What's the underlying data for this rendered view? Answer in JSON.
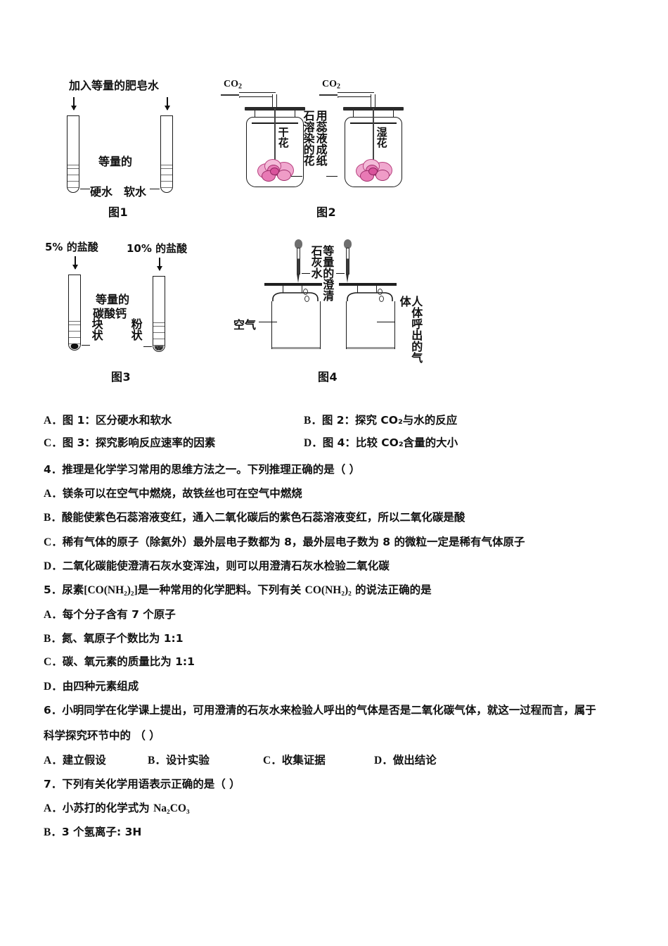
{
  "figures": {
    "fig1": {
      "caption": "图1",
      "top_label": "加入等量的肥皂水",
      "mid_label": "等量的",
      "left_label": "硬水",
      "right_label": "软水"
    },
    "fig2": {
      "caption": "图2",
      "gas_label": "CO2",
      "left_flower": "干花",
      "right_flower": "湿花",
      "note_col_a": "用蕊液成纸",
      "note_col_b": "石溶染的花",
      "note_full": "用石蕊溶液染成的纸花"
    },
    "fig3": {
      "caption": "图3",
      "left_acid": "5% 的盐酸",
      "right_acid": "10% 的盐酸",
      "mid_label_1": "等量的",
      "mid_label_2": "碳酸钙",
      "left_form": "块状",
      "right_form": "粉状"
    },
    "fig4": {
      "caption": "图4",
      "dropper_note": "等量的澄清石灰水",
      "left_label": "空气",
      "right_label": "人体呼出的气体"
    }
  },
  "q3_options": [
    {
      "key": "A．",
      "text": "图 1：区分硬水和软水"
    },
    {
      "key": "B．",
      "text": "图 2：探究 CO₂与水的反应"
    },
    {
      "key": "C．",
      "text": "图 3：探究影响反应速率的因素"
    },
    {
      "key": "D．",
      "text": "图 4：比较 CO₂含量的大小"
    }
  ],
  "q4": {
    "stem": "4．推理是化学学习常用的思维方法之一。下列推理正确的是（  ）",
    "options": [
      {
        "key": "A．",
        "text": "镁条可以在空气中燃烧，故铁丝也可在空气中燃烧"
      },
      {
        "key": "B．",
        "text": "酸能使紫色石蕊溶液变红，通入二氧化碳后的紫色石蕊溶液变红，所以二氧化碳是酸"
      },
      {
        "key": "C．",
        "text": "稀有气体的原子（除氦外）最外层电子数都为 8，最外层电子数为 8 的微粒一定是稀有气体原子"
      },
      {
        "key": "D．",
        "text": "二氧化碳能使澄清石灰水变浑浊，则可以用澄清石灰水检验二氧化碳"
      }
    ]
  },
  "q5": {
    "stem_pre": "5．尿素",
    "stem_formula": "[CO(NH₂)₂]",
    "stem_mid": "是一种常用的化学肥料。下列有关 ",
    "stem_formula2": "CO(NH₂)₂",
    "stem_post": " 的说法正确的是",
    "options": [
      {
        "key": "A．",
        "text": "每个分子含有 7 个原子"
      },
      {
        "key": "B．",
        "text": "氮、氧原子个数比为 1:1"
      },
      {
        "key": "C．",
        "text": "碳、氧元素的质量比为 1:1"
      },
      {
        "key": "D．",
        "text": "由四种元素组成"
      }
    ]
  },
  "q6": {
    "stem_line1": "6．小明同学在化学课上提出，可用澄清的石灰水来检验人呼出的气体是否是二氧化碳气体，就这一过程而言，属于",
    "stem_line2": "科学探究环节中的  （  ）",
    "options": [
      {
        "key": "A．",
        "text": "建立假设"
      },
      {
        "key": "B．",
        "text": "设计实验"
      },
      {
        "key": "C．",
        "text": "收集证据"
      },
      {
        "key": "D．",
        "text": "做出结论"
      }
    ]
  },
  "q7": {
    "stem": "7．下列有关化学用语表示正确的是（    ）",
    "options": [
      {
        "key": "A．",
        "text_pre": "小苏打的化学式为 ",
        "formula": "Na₂CO₃"
      },
      {
        "key": "B．",
        "text_pre": "3 个氢离子: 3H",
        "formula": ""
      }
    ]
  },
  "colors": {
    "ink": "#111111",
    "flower_pink": "#e87ab5",
    "flower_dark": "#b8407f",
    "glass": "#1a1a1a",
    "rubber": "#6e6e6e"
  }
}
